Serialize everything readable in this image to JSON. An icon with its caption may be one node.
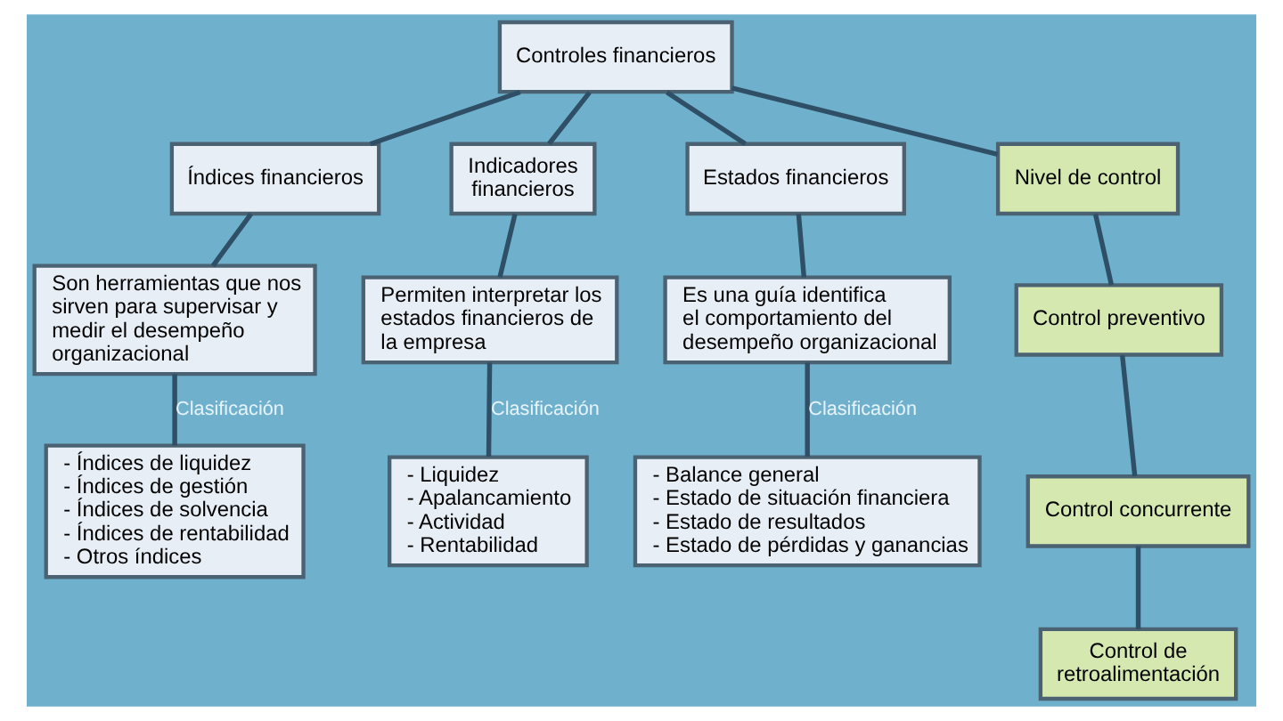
{
  "diagram": {
    "nodes": [
      {
        "text": [
          "Controles financieros"
        ]
      },
      {
        "text": [
          "Índices financieros"
        ]
      },
      {
        "text": [
          "Indicadores financieros"
        ]
      },
      {
        "text": [
          "Estados financieros"
        ]
      },
      {
        "text": [
          "Nivel de control"
        ]
      },
      {
        "text": [
          "Son herramientas que nos sirven para supervisar y medir el desempeño organizacional"
        ]
      },
      {
        "text": [
          "Permiten interpretar los estados financieros de la empresa"
        ]
      },
      {
        "text": [
          "Es una guía identifica el comportamiento del desempeño organizacional"
        ]
      },
      {
        "text": [
          "Control preventivo"
        ]
      },
      {
        "text": [
          "- Índices de liquidez - Índices de gestión - Índices de solvencia - Índices de rentabilidad - Otros índices"
        ]
      },
      {
        "text": [
          "- Liquidez - Apalancamiento - Actividad - Rentabilidad"
        ]
      },
      {
        "text": [
          "- Balance general - Estado de situación financiera - Estado de resultados - Estado de pérdidas y ganancias"
        ]
      },
      {
        "text": [
          "Control concurrente"
        ]
      },
      {
        "text": [
          "Control de retroalimentación"
        ]
      }
    ],
    "edges": [
      {
        "from": 0,
        "to": 1,
        "arrow": "none"
      },
      {
        "from": 0,
        "to": 2,
        "arrow": "none"
      },
      {
        "from": 0,
        "to": 3,
        "arrow": "none"
      },
      {
        "from": 0,
        "to": 4,
        "arrow": "none"
      },
      {
        "from": 1,
        "to": 5,
        "arrow": "none"
      },
      {
        "from": 2,
        "to": 6,
        "arrow": "none"
      },
      {
        "from": 3,
        "to": 7,
        "arrow": "none"
      },
      {
        "from": 4,
        "to": 8,
        "arrow": "none"
      },
      {
        "from": 5,
        "to": 9,
        "arrow": "none",
        "label": "Clasificación"
      },
      {
        "from": 6,
        "to": 10,
        "arrow": "none",
        "label": "Clasificación"
      },
      {
        "from": 7,
        "to": 11,
        "arrow": "none",
        "label": "Clasificación"
      },
      {
        "from": 8,
        "to": 12,
        "arrow": "none"
      },
      {
        "from": 12,
        "to": 13,
        "arrow": "none"
      }
    ]
  }
}
